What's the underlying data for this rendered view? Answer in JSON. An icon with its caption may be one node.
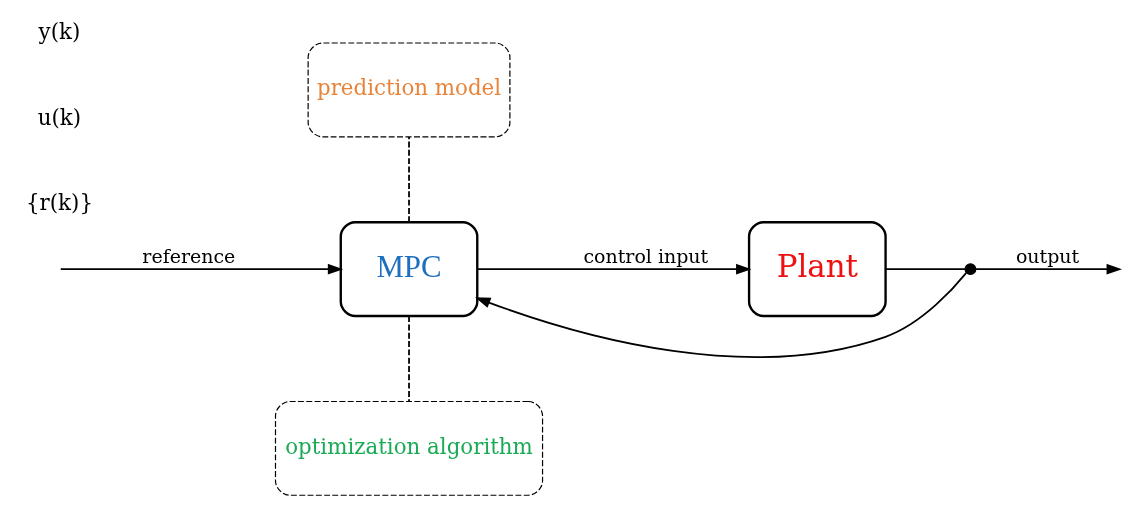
{
  "diagram": {
    "nodes": [
      {
        "text": [
          "prediction model"
        ]
      },
      {
        "text": [
          "optimization algorithm"
        ]
      },
      {
        "text": [
          "MPC"
        ]
      },
      {
        "text": [
          "Plant"
        ]
      },
      {
        "text": [],
        "shape": "circle"
      }
    ],
    "edges": [
      {
        "from": 2,
        "to": 0,
        "arrow": "none",
        "style": "dashed"
      },
      {
        "from": 2,
        "to": 1,
        "arrow": "none",
        "style": "dashed"
      },
      {
        "from": null,
        "to": 2,
        "arrow": "to",
        "label": "reference"
      },
      {
        "from": 2,
        "to": 3,
        "arrow": "to",
        "label": "control input"
      },
      {
        "from": 3,
        "to": 4,
        "arrow": "none"
      },
      {
        "from": 4,
        "to": null,
        "arrow": "to",
        "label": "output"
      },
      {
        "from": 4,
        "to": 2,
        "arrow": "to"
      }
    ],
    "labels": [
      "{r(k)}",
      "u(k)",
      "y(k)"
    ]
  }
}
